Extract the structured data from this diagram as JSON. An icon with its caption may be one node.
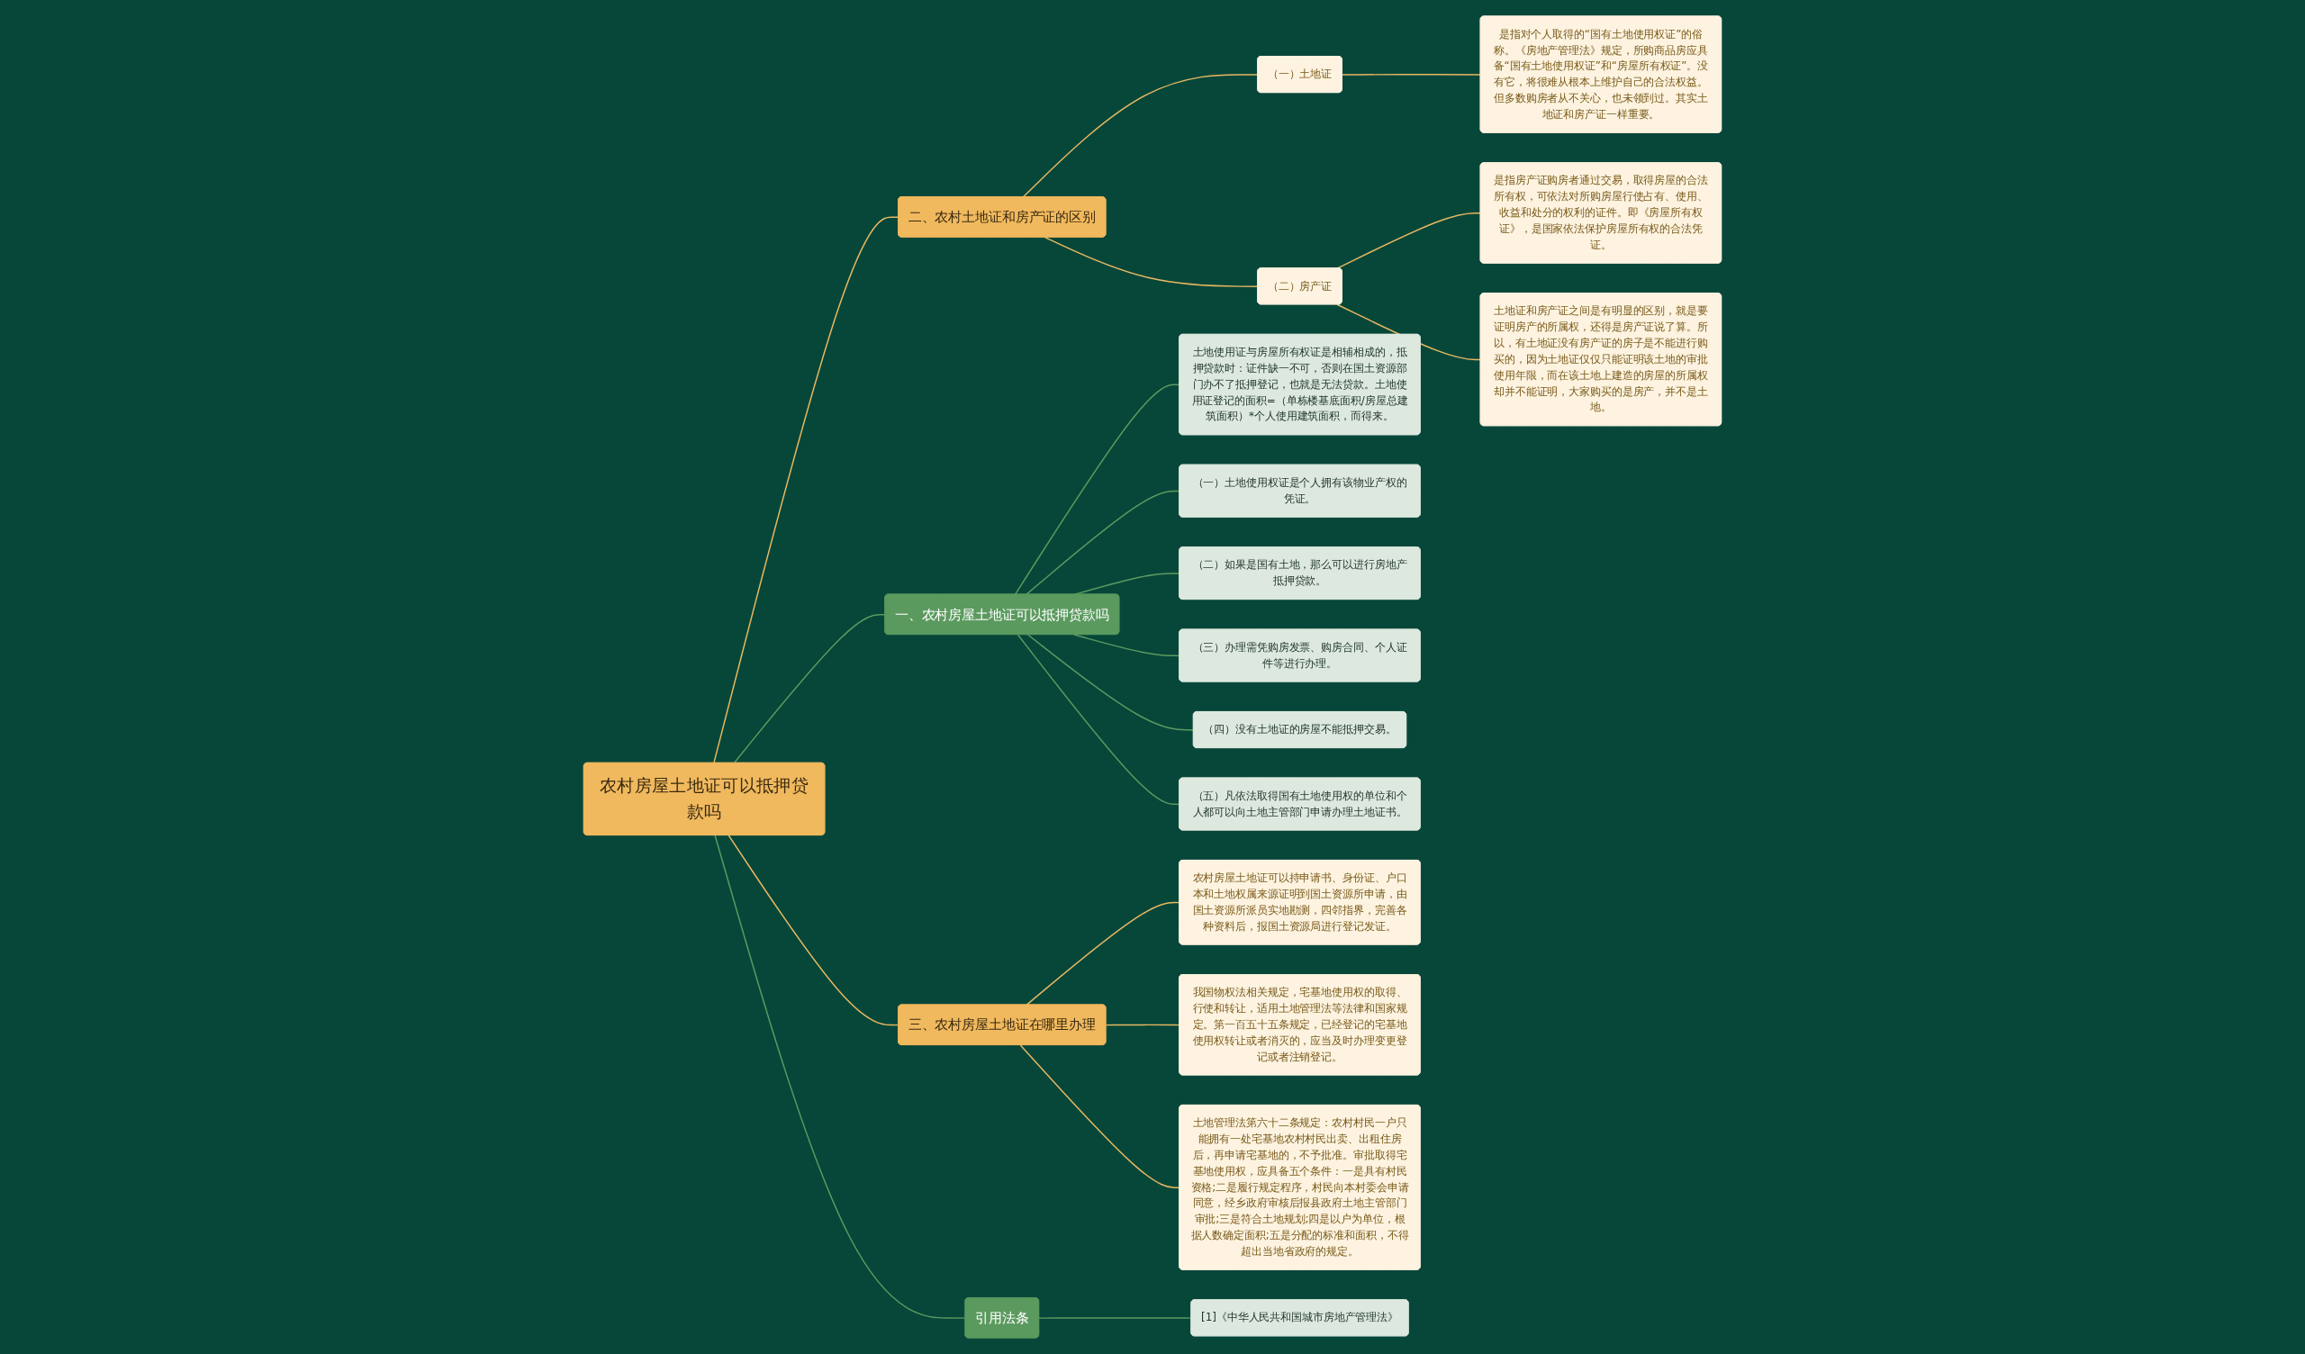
{
  "diagram": {
    "nodes": [
      {
        "text": [
          "农村房屋土地证可以抵押贷款吗"
        ]
      },
      {
        "text": [
          "二、农村土地证和房产证的区别"
        ]
      },
      {
        "text": [
          "（一）土地证"
        ]
      },
      {
        "text": [
          "是指对个人取得的“国有土地使用权证”的俗称。《房地产管理法》规定，所购商品房应具备“国有土地使用权证”和“房屋所有权证”。没有它，将很难从根本上维护自己的合法权益。但多数购房者从不关心，也未领到过。其实土地证和房产证一样重要。"
        ]
      },
      {
        "text": [
          "（二）房产证"
        ]
      },
      {
        "text": [
          "是指房产证购房者通过交易，取得房屋的合法所有权，可依法对所购房屋行使占有、使用、收益和处分的权利的证件。即《房屋所有权证》，是国家依法保护房屋所有权的合法凭证。"
        ]
      },
      {
        "text": [
          "土地证和房产证之间是有明显的区别，就是要证明房产的所属权，还得是房产证说了算。所以，有土地证没有房产证的房子是不能进行购买的，因为土地证仅仅只能证明该土地的审批使用年限，而在该土地上建造的房屋的所属权却并不能证明，大家购买的是房产，并不是土地。"
        ]
      },
      {
        "text": [
          "引用法条"
        ]
      },
      {
        "text": [
          "[1]《中华人民共和国城市房地产管理法》"
        ]
      },
      {
        "text": [
          "一、农村房屋土地证可以抵押贷款吗"
        ]
      },
      {
        "text": [
          "土地使用证与房屋所有权证是相辅相成的，抵押贷款时：证件缺一不可，否则在国土资源部门办不了抵押登记，也就是无法贷款。土地使用证登记的面积=（单栋楼基底面积/房屋总建筑面积）*个人使用建筑面积，而得来。"
        ]
      },
      {
        "text": [
          "（一）土地使用权证是个人拥有该物业产权的凭证。"
        ]
      },
      {
        "text": [
          "（二）如果是国有土地，那么可以进行房地产抵押贷款。"
        ]
      },
      {
        "text": [
          "（三）办理需凭购房发票、购房合同、个人证件等进行办理。"
        ]
      },
      {
        "text": [
          "（四）没有土地证的房屋不能抵押交易。"
        ]
      },
      {
        "text": [
          "（五）凡依法取得国有土地使用权的单位和个人都可以向土地主管部门申请办理土地证书。"
        ]
      },
      {
        "text": [
          "三、农村房屋土地证在哪里办理"
        ]
      },
      {
        "text": [
          "农村房屋土地证可以持申请书、身份证、户口本和土地权属来源证明到国土资源所申请，由国土资源所派员实地勘测，四邻指界，完善各种资料后，报国土资源局进行登记发证。"
        ]
      },
      {
        "text": [
          "我国物权法相关规定，宅基地使用权的取得、行使和转让，适用土地管理法等法律和国家规定。第一百五十五条规定，已经登记的宅基地使用权转让或者消灭的，应当及时办理变更登记或者注销登记。"
        ]
      },
      {
        "text": [
          "土地管理法第六十二条规定：农村村民一户只能拥有一处宅基地农村村民出卖、出租住房后，再申请宅基地的，不予批准。审批取得宅基地使用权，应具备五个条件：一是具有村民资格;二是履行规定程序，村民向本村委会申请同意，经乡政府审核后报县政府土地主管部门审批;三是符合土地规划;四是以户为单位，根据人数确定面积;五是分配的标准和面积，不得超出当地省政府的规定。"
        ]
      }
    ],
    "edges": [
      {
        "from": 0,
        "to": 1,
        "arrow": "none"
      },
      {
        "from": 1,
        "to": 2,
        "arrow": "none"
      },
      {
        "from": 2,
        "to": 3,
        "arrow": "none"
      },
      {
        "from": 1,
        "to": 4,
        "arrow": "none"
      },
      {
        "from": 4,
        "to": 5,
        "arrow": "none"
      },
      {
        "from": 4,
        "to": 6,
        "arrow": "none"
      },
      {
        "from": 0,
        "to": 7,
        "arrow": "none",
        "color": "#5b9a5f"
      },
      {
        "from": 7,
        "to": 8,
        "arrow": "none",
        "color": "#5b9a5f"
      },
      {
        "from": 0,
        "to": 9,
        "arrow": "none",
        "color": "#5b9a5f"
      },
      {
        "from": 9,
        "to": 10,
        "arrow": "none",
        "color": "#5b9a5f"
      },
      {
        "from": 9,
        "to": 11,
        "arrow": "none",
        "color": "#5b9a5f"
      },
      {
        "from": 9,
        "to": 12,
        "arrow": "none",
        "color": "#5b9a5f"
      },
      {
        "from": 9,
        "to": 13,
        "arrow": "none",
        "color": "#5b9a5f"
      },
      {
        "from": 9,
        "to": 14,
        "arrow": "none",
        "color": "#5b9a5f"
      },
      {
        "from": 9,
        "to": 15,
        "arrow": "none",
        "color": "#5b9a5f"
      },
      {
        "from": 0,
        "to": 16,
        "arrow": "none"
      },
      {
        "from": 16,
        "to": 17,
        "arrow": "none"
      },
      {
        "from": 16,
        "to": 18,
        "arrow": "none"
      },
      {
        "from": 16,
        "to": 19,
        "arrow": "none"
      }
    ]
  }
}
